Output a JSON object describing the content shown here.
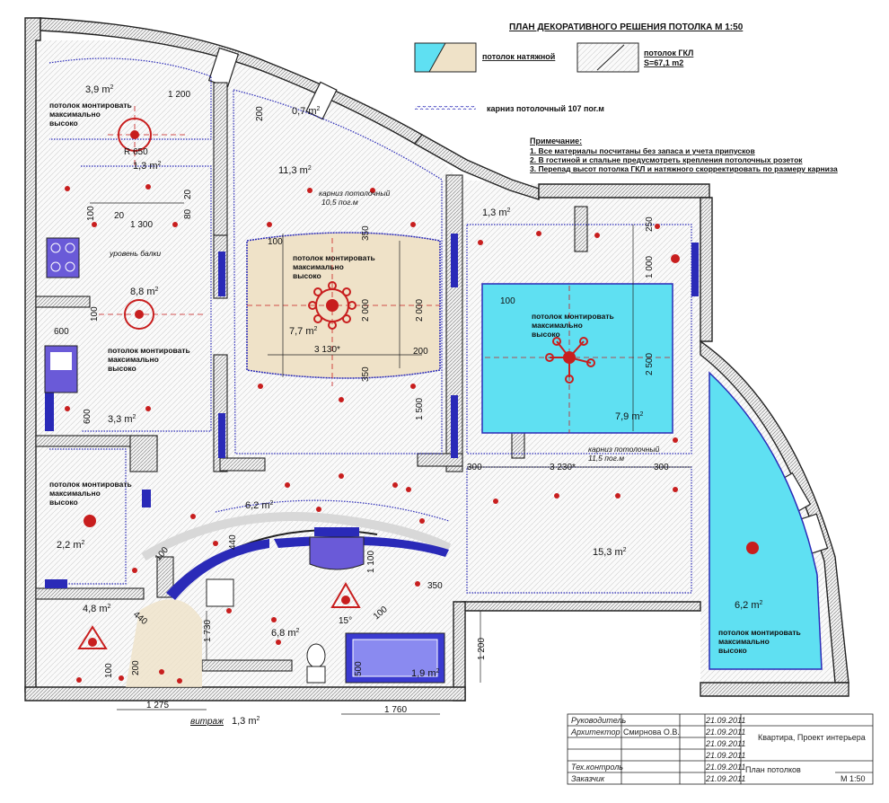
{
  "header": {
    "title": "ПЛАН ДЕКОРАТИВНОГО РЕШЕНИЯ ПОТОЛКА М 1:50"
  },
  "legend": {
    "stretch_label": "потолок натяжной",
    "gkl_label": "потолок ГКЛ",
    "gkl_area": "S=67,1 m2",
    "cornice_label": "карниз потолочный 107 пог.м"
  },
  "notes": {
    "title": "Примечание:",
    "items": [
      "1. Все материалы посчитаны без запаса и учета припусков",
      "2. В гостиной и спальне предусмотреть крепления потолочных розеток",
      "3. Перепад высот потолка ГКЛ и натяжного скорректировать по размеру карниза"
    ]
  },
  "rooms": {
    "areas": {
      "a1": "3,9 m",
      "a2": "0,7 m",
      "a3": "1,3 m",
      "a4": "11,3 m",
      "a5": "8,8 m",
      "a6": "7,7 m",
      "a7": "3,3 m",
      "a8": "1,3 m",
      "a9": "7,9 m",
      "a10": "6,2 m",
      "a11": "2,2 m",
      "a12": "15,3 m",
      "a13": "4,8 m",
      "a14": "6,8 m",
      "a15": "1,9 m",
      "a16": "6,2 m",
      "a17": "1,3 m"
    },
    "sup": "2",
    "mount_line1": "потолок монтировать",
    "mount_line2": "максимально",
    "mount_line3": "высоко",
    "cornice1_line1": "карниз потолочный",
    "cornice1_line2": "10,5 пог.м",
    "cornice2_line1": "карниз потолочный",
    "cornice2_line2": "11,5 пог.м",
    "beam_level": "уровень балки",
    "radius": "R 650",
    "vitrazh": "витраж",
    "angle": "15°"
  },
  "dims": {
    "d1200": "1 200",
    "d200a": "200",
    "d20a": "20",
    "d80": "80",
    "d100a": "100",
    "d20b": "20",
    "d1300": "1 300",
    "d100b": "100",
    "d600a": "600",
    "d600b": "600",
    "d350a": "350",
    "d2000a": "2 000",
    "d2000b": "2 000",
    "d3130": "3 130*",
    "d200b": "200",
    "d350b": "350",
    "d1500": "1 500",
    "d100c": "100",
    "d250": "250",
    "d1000": "1 000",
    "d2500": "2 500",
    "d300a": "300",
    "d3230": "3 230*",
    "d300b": "300",
    "d440a": "440",
    "d100d": "100",
    "d1100": "1 100",
    "d350c": "350",
    "d100e": "100",
    "d440b": "440",
    "d1730": "1 730",
    "d100f": "100",
    "d200c": "200",
    "d500": "500",
    "d1200b": "1 200",
    "d1275": "1 275",
    "d1760": "1 760"
  },
  "stamp": {
    "rows": [
      {
        "role": "Руководитель",
        "name": "",
        "date": "21.09.2011"
      },
      {
        "role": "Архитектор",
        "name": "Смирнова О.В.",
        "date": "21.09.2011"
      },
      {
        "role": "",
        "name": "",
        "date": "21.09.2011"
      },
      {
        "role": "",
        "name": "",
        "date": "21.09.2011"
      },
      {
        "role": "Тех.контроль",
        "name": "",
        "date": "21.09.2011"
      },
      {
        "role": "Заказчик",
        "name": "",
        "date": "21.09.2011"
      }
    ],
    "project": "Квартира, Проект интерьера",
    "sheet": "План потолков",
    "scale": "М 1:50"
  },
  "colors": {
    "stretch_cyan": "#5fe0f2",
    "stretch_beige": "#efe2c8",
    "cornice_blue": "#2a2ab8",
    "fixture_red": "#c81e1e",
    "wall_gray": "#9a9a9a"
  }
}
